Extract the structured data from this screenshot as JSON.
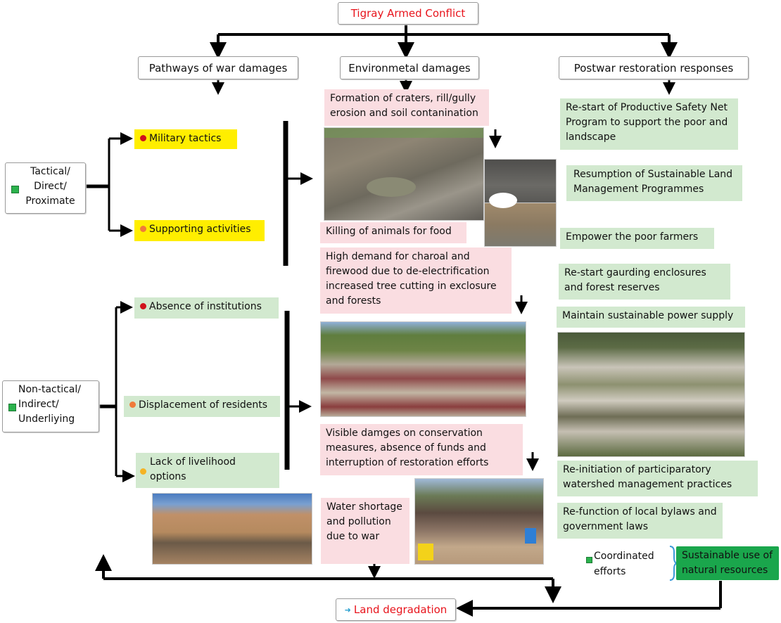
{
  "title": "Tigray Armed Conflict",
  "headers": {
    "pathways": "Pathways of war damages",
    "environmental": "Environmetal damages",
    "restoration": "Postwar restoration responses"
  },
  "categories": {
    "tactical": [
      "Tactical/",
      "Direct/",
      "Proximate"
    ],
    "non_tactical": [
      "Non-tactical/",
      "Indirect/",
      "Underliying"
    ]
  },
  "tactical_items": [
    {
      "label": "Military tactics",
      "bullet_color": "#d0121b"
    },
    {
      "label": "Supporting activities",
      "bullet_color": "#f07a3a"
    }
  ],
  "non_tactical_items": [
    {
      "label": "Absence of  institutions",
      "bullet_color": "#d0121b"
    },
    {
      "label": "Displacement of residents",
      "bullet_color": "#f07a3a"
    },
    {
      "label": "Lack of livelihood options",
      "bullet_color": "#f5b324"
    }
  ],
  "environmental_damages": [
    "Formation of craters, rill/gully erosion and soil contanination",
    "Killing of animals for food",
    "High demand for charoal and firewood due to de-electrification increased tree cutting in exclosure and forests",
    "Visible damges on conservation measures, absence of funds and interruption of restoration efforts",
    "Water shortage and pollution due to war"
  ],
  "restoration_responses": [
    "Re-start of Productive Safety Net Program to support the poor and landscape",
    "Resumption of Sustainable Land Management Programmes",
    "Empower the poor farmers",
    "Re-start gaurding enclosures and forest reserves",
    "Maintain sustainable power supply",
    "Re-initiation of participaratory watershed management practices",
    "Re-function of local bylaws and government laws"
  ],
  "coordinated_efforts": "Coordinated efforts",
  "sustainable_use": "Sustainable use of natural resources",
  "land_degradation": "Land degradation",
  "photos": [
    {
      "name": "crater-photo",
      "description": "bomb crater in road"
    },
    {
      "name": "road-damage-photo",
      "description": "damaged asphalt"
    },
    {
      "name": "soil-damage-photo",
      "description": "contaminated soil"
    },
    {
      "name": "hillside-photo",
      "description": "cut vegetation on hillside"
    },
    {
      "name": "terraces-photo",
      "description": "terraced watershed"
    },
    {
      "name": "displaced-people-photo",
      "description": "displaced residents"
    },
    {
      "name": "water-queue-photo",
      "description": "people queueing for water"
    }
  ],
  "colors": {
    "title_red": "#e8141c",
    "yellow": "#ffee00",
    "light_green": "#d2e9cf",
    "pink": "#fadde1",
    "dark_green": "#1aa64c"
  }
}
